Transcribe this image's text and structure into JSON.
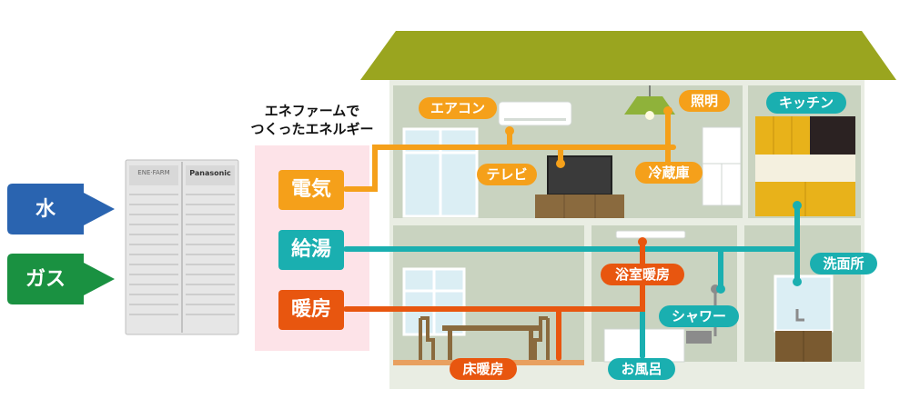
{
  "inputs": {
    "water": "水",
    "gas": "ガス"
  },
  "unit": {
    "brand_left": "ENE·FARM",
    "brand_right": "Panasonic"
  },
  "caption": {
    "line1": "エネファームで",
    "line2": "つくったエネルギー"
  },
  "outputs": {
    "electricity": "電気",
    "hot_water": "給湯",
    "heating": "暖房"
  },
  "rooms": {
    "aircon": "エアコン",
    "light": "照明",
    "kitchen": "キッチン",
    "tv": "テレビ",
    "fridge": "冷蔵庫",
    "washroom": "洗面所",
    "bath_heater": "浴室暖房",
    "shower": "シャワー",
    "floor_heating": "床暖房",
    "bath": "お風呂"
  },
  "colors": {
    "electricity": "#f5a01a",
    "hot_water": "#1aafb0",
    "heating": "#e8560f",
    "water": "#2a64b0",
    "gas": "#1a9141",
    "roof": "#9aa51f",
    "wall": "#c9d3c0",
    "panel_bg": "#fde3e8"
  }
}
